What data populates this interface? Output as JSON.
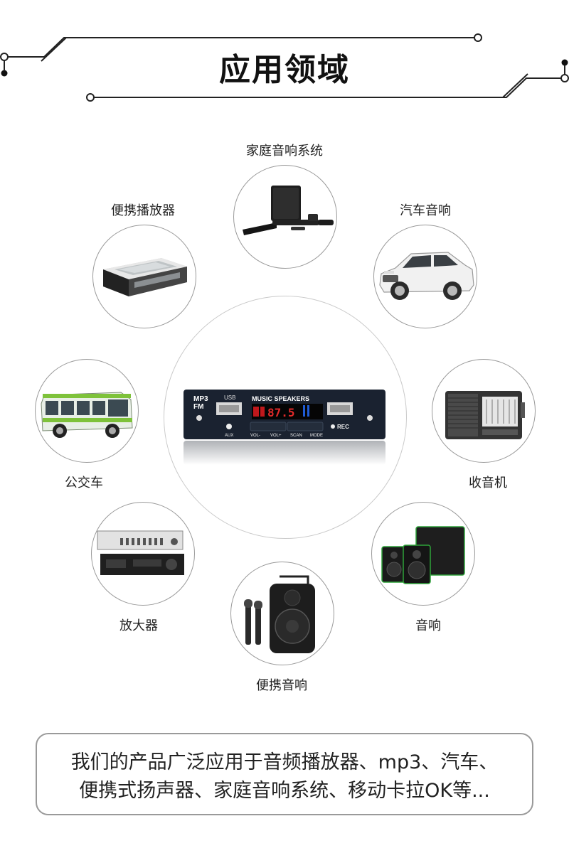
{
  "title": "应用领域",
  "applications": [
    {
      "id": "home-audio",
      "label": "家庭音响系统",
      "icon": "soundbar-system-icon"
    },
    {
      "id": "portable-player",
      "label": "便携播放器",
      "icon": "cassette-player-icon"
    },
    {
      "id": "car-audio",
      "label": "汽车音响",
      "icon": "suv-car-icon"
    },
    {
      "id": "bus",
      "label": "公交车",
      "icon": "bus-icon"
    },
    {
      "id": "radio",
      "label": "收音机",
      "icon": "radio-icon"
    },
    {
      "id": "amplifier",
      "label": "放大器",
      "icon": "amplifier-icon"
    },
    {
      "id": "speaker",
      "label": "音响",
      "icon": "studio-monitor-icon"
    },
    {
      "id": "portable-speaker",
      "label": "便携音响",
      "icon": "trolley-speaker-icon"
    }
  ],
  "module": {
    "badge_top": "MP3",
    "badge_bottom": "FM",
    "brand": "MUSIC SPEAKERS",
    "display": "87.5",
    "usb": "USB",
    "buttons": [
      "AUX",
      "VOL-",
      "VOL+",
      "SCAN",
      "MODE"
    ],
    "rec": "REC"
  },
  "caption": {
    "line1": "我们的产品广泛应用于音频播放器、mp3、汽车、",
    "line2": "便携式扬声器、家庭音响系统、移动卡拉OK等..."
  }
}
